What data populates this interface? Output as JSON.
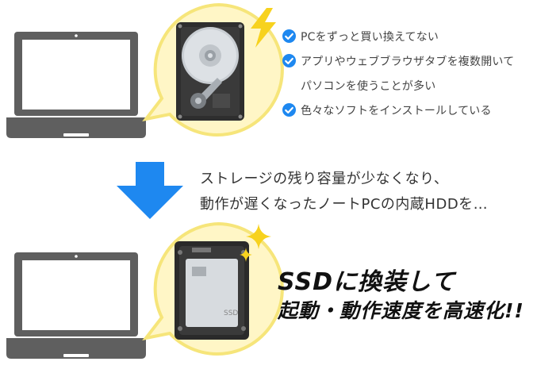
{
  "top_section": {
    "checklist": [
      {
        "text": "PCをずっと買い換えてない",
        "checked": true
      },
      {
        "text": "アプリやウェブブラウザタブを複数開いて",
        "checked": true
      },
      {
        "text": "パソコンを使うことが多い",
        "checked": false
      },
      {
        "text": "色々なソフトをインストールしている",
        "checked": true
      }
    ]
  },
  "middle_section": {
    "line1": "ストレージの残り容量が少なくなり、",
    "line2": "動作が遅くなったノートPCの内蔵HDDを…",
    "arrow_color": "#1E88F0"
  },
  "bottom_section": {
    "headline1": "SSDに換装して",
    "headline2": "起動・動作速度を高速化!!",
    "ssd_label": "SSD"
  },
  "colors": {
    "laptop": "#5F5F5F",
    "bubble_fill": "#FFF6C6",
    "bubble_stroke": "#F6E57A",
    "check_blue": "#1E88F0",
    "lightning": "#F7D21E",
    "sparkle": "#F7D21E"
  },
  "icons": {
    "laptop_top": "laptop-icon",
    "laptop_bottom": "laptop-icon",
    "hdd": "hard-disk-drive-icon",
    "ssd": "solid-state-drive-icon",
    "lightning": "lightning-icon",
    "sparkle": "sparkle-icon",
    "arrow": "down-arrow-icon",
    "check": "check-circle-icon"
  }
}
